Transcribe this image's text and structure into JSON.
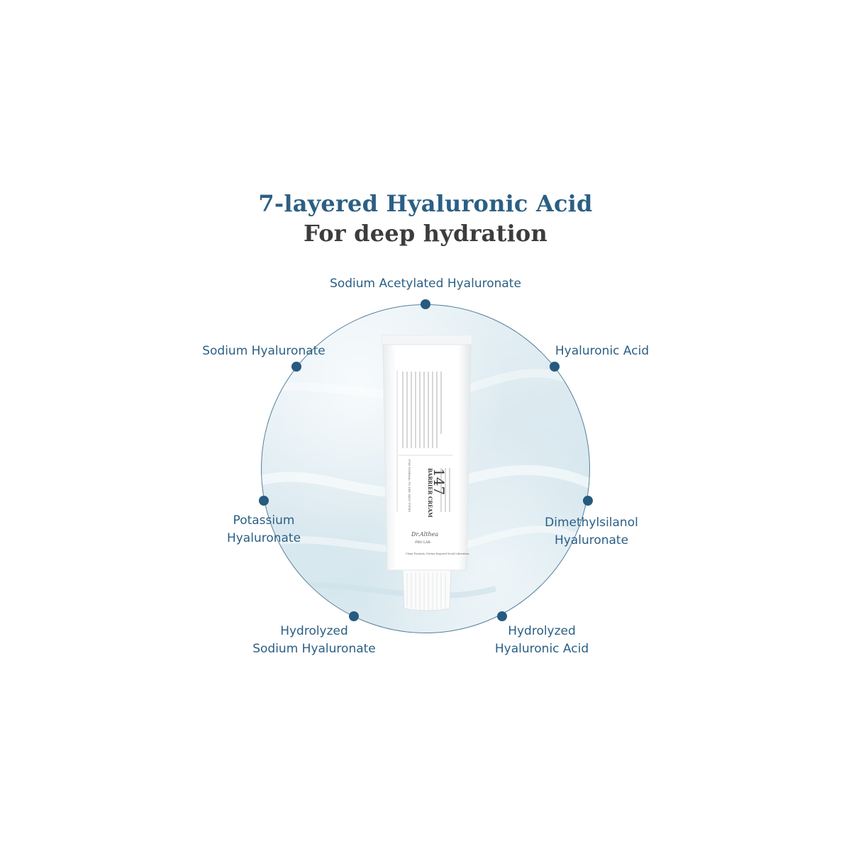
{
  "colors": {
    "accent": "#2b5f84",
    "title_dark": "#3c3c3c",
    "dot": "#275a7f",
    "label": "#2b5f84",
    "ring": "#567f99"
  },
  "heading": {
    "line1": "7-layered Hyaluronic Acid",
    "line2": "For deep hydration"
  },
  "ingredients": [
    {
      "label": "Sodium Acetylated Hyaluronate"
    },
    {
      "label": "Hyaluronic Acid"
    },
    {
      "label": "Dimethylsilanol\nHyaluronate"
    },
    {
      "label": "Hydrolyzed\nHyaluronic Acid"
    },
    {
      "label": "Hydrolyzed\nSodium Hyaluronate"
    },
    {
      "label": "Potassium\nHyaluronate"
    },
    {
      "label": "Sodium Hyaluronate"
    }
  ],
  "product": {
    "number": "147",
    "name": "BARRIER CREAM",
    "brand": "Dr.Althea",
    "line": "-PRO LAB-",
    "for_types": "FOR NORMAL TO DRY SKIN TYPES",
    "tagline": "Clean Formula, Derma-Inspired Seoul Liberation."
  }
}
